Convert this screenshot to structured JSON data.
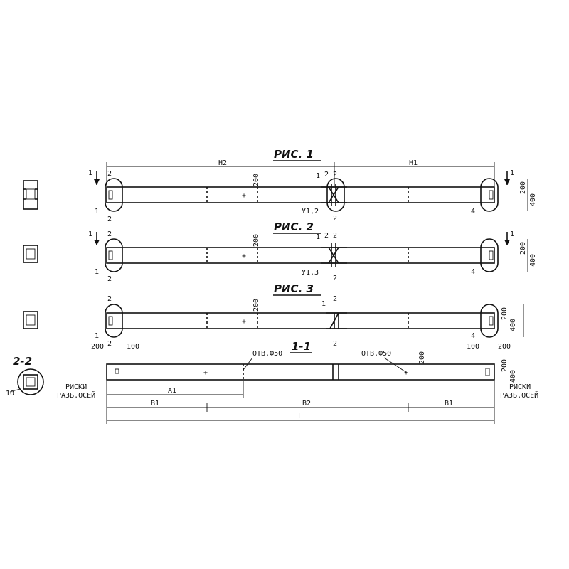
{
  "figures": {
    "fig1": "РИС. 1",
    "fig2": "РИС. 2",
    "fig3": "РИС. 3",
    "section11": "1-1",
    "section22": "2-2"
  },
  "labels": {
    "one": "1",
    "two": "2",
    "four": "4",
    "ten": "10",
    "u12": "У1,2",
    "u13": "У1,3",
    "h1": "Н1",
    "h2": "Н2",
    "d200": "200",
    "d100": "100",
    "d400": "400",
    "hole": "ОТВ.Ф50",
    "riski": "РИСКИ",
    "razb": "РАЗБ.ОСЕЙ",
    "a1": "А1",
    "b1": "В1",
    "b2": "В2",
    "l": "L"
  }
}
